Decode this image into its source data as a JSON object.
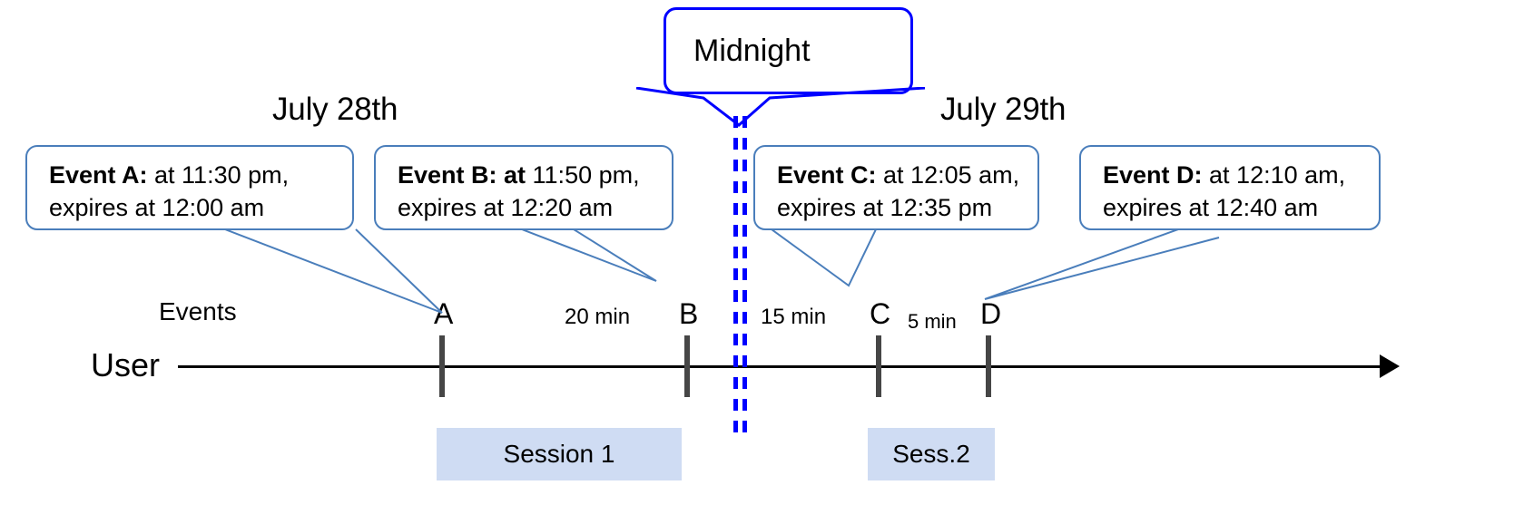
{
  "diagram": {
    "title_callout": {
      "label": "Midnight",
      "color": "#0000ff"
    },
    "date_labels": [
      {
        "text": "July 28th"
      },
      {
        "text": "July 29th"
      }
    ],
    "axis": {
      "row_label": "User",
      "events_label": "Events",
      "line_color": "#000000"
    },
    "event_callouts": [
      {
        "id": "A",
        "bold_prefix": "Event A:",
        "line1_rest": " at 11:30 pm,",
        "line2": "expires at 12:00 am",
        "border_color": "#4a7ebb"
      },
      {
        "id": "B",
        "bold_prefix": "Event B: at",
        "line1_rest": " 11:50 pm,",
        "line2": "expires at 12:20 am",
        "border_color": "#4a7ebb"
      },
      {
        "id": "C",
        "bold_prefix": "Event C:",
        "line1_rest": " at 12:05 am,",
        "line2": "expires at 12:35 pm",
        "border_color": "#4a7ebb"
      },
      {
        "id": "D",
        "bold_prefix": "Event D:",
        "line1_rest": "  at 12:10 am,",
        "line2": "expires at 12:40 am",
        "border_color": "#4a7ebb"
      }
    ],
    "event_markers": [
      {
        "label": "A"
      },
      {
        "label": "B"
      },
      {
        "label": "C"
      },
      {
        "label": "D"
      }
    ],
    "intervals": [
      {
        "label": "20 min"
      },
      {
        "label": "15 min"
      },
      {
        "label": "5 min"
      }
    ],
    "sessions": [
      {
        "label": "Session 1",
        "fill": "#cfdcf3"
      },
      {
        "label": "Sess.2",
        "fill": "#cfdcf3"
      }
    ],
    "midnight_divider": {
      "name": "midnight-boundary",
      "color": "#0000ff",
      "style": "double-dashed"
    }
  }
}
